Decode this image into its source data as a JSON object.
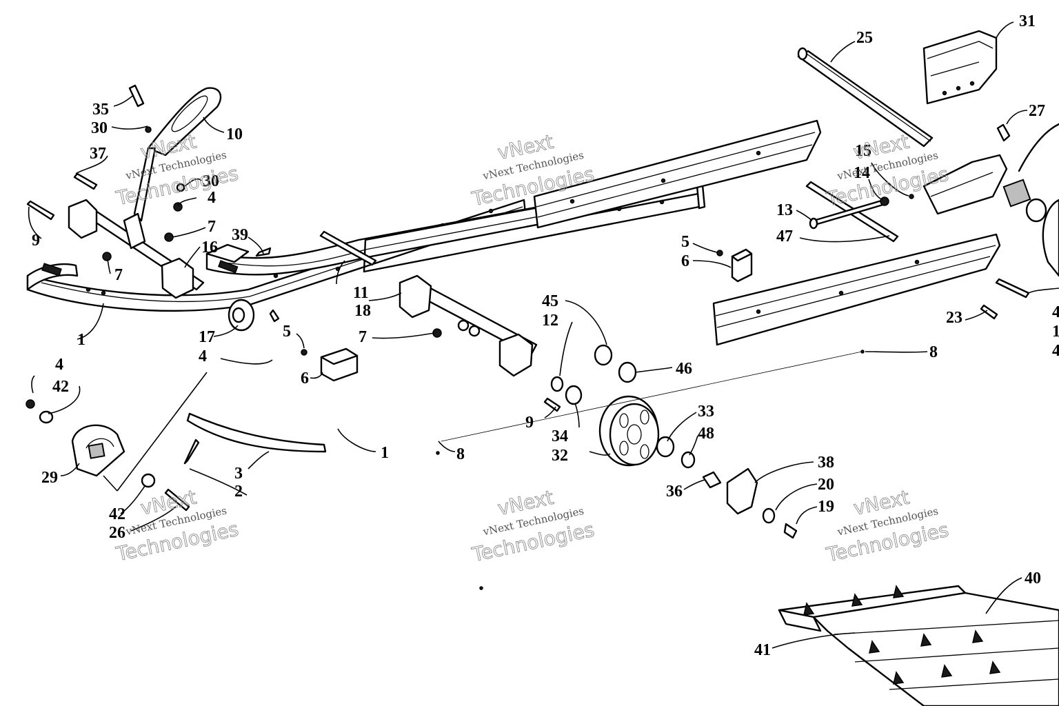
{
  "watermark": {
    "line1": "vNext",
    "line2": "vNext Technologies",
    "line3": "Technologies"
  },
  "callouts": {
    "c1a": "1",
    "c1b": "1",
    "c2": "2",
    "c3": "3",
    "c4a": "4",
    "c4b": "4",
    "c4c": "4",
    "c5a": "5",
    "c5b": "5",
    "c6a": "6",
    "c6b": "6",
    "c7a": "7",
    "c7b": "7",
    "c7c": "7",
    "c8a": "8",
    "c8b": "8",
    "c9a": "9",
    "c9b": "9",
    "c10": "10",
    "c11": "11",
    "c12": "12",
    "c13": "13",
    "c14": "14",
    "c15": "15",
    "c16": "16",
    "c17": "17",
    "c18": "18",
    "c19": "19",
    "c20": "20",
    "c23": "23",
    "c25": "25",
    "c26": "26",
    "c27": "27",
    "c29": "29",
    "c30a": "30",
    "c30b": "30",
    "c31": "31",
    "c32": "32",
    "c33": "33",
    "c34": "34",
    "c35": "35",
    "c36": "36",
    "c37": "37",
    "c38": "38",
    "c39": "39",
    "c40": "40",
    "c41": "41",
    "c42a": "42",
    "c42b": "42",
    "c45": "45",
    "c46": "46",
    "c47": "47",
    "c48": "48",
    "e4a": "4",
    "e1": "1",
    "e4b": "4"
  }
}
